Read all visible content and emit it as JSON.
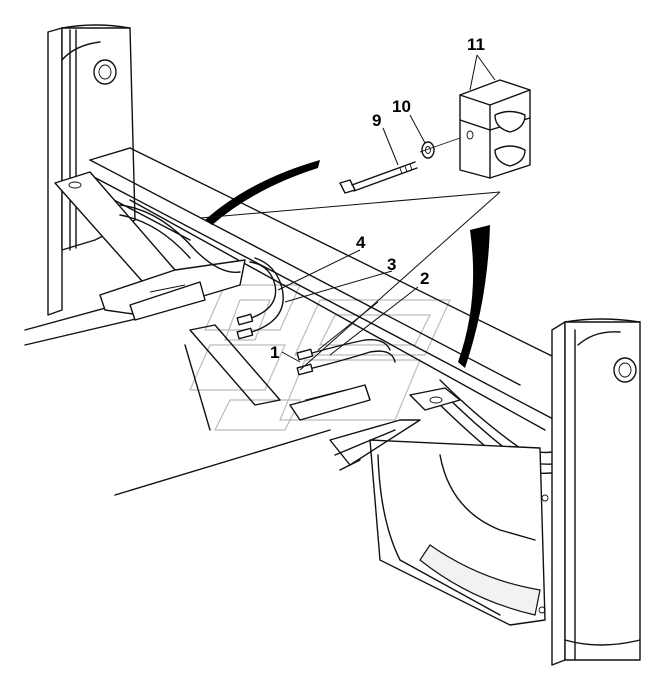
{
  "callouts": {
    "c1": "1",
    "c2": "2",
    "c3": "3",
    "c4": "4",
    "c9": "9",
    "c10": "10",
    "c11": "11"
  },
  "colors": {
    "line": "#111111",
    "background": "#ffffff",
    "watermark": "#bbbbbb"
  }
}
